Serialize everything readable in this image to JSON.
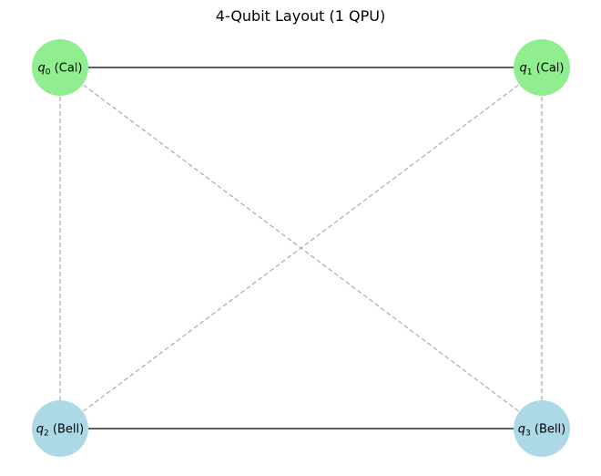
{
  "title": "4-Qubit Layout (1 QPU)",
  "colors": {
    "cal_fill": "#90ee90",
    "bell_fill": "#add8e6",
    "solid_edge": "#000000",
    "dashed_edge": "#aaaaaa"
  },
  "nodes": [
    {
      "id": "q0",
      "symbol": "q",
      "index": "0",
      "role": "(Cal)",
      "group": "cal"
    },
    {
      "id": "q1",
      "symbol": "q",
      "index": "1",
      "role": "(Cal)",
      "group": "cal"
    },
    {
      "id": "q2",
      "symbol": "q",
      "index": "2",
      "role": "(Bell)",
      "group": "bell"
    },
    {
      "id": "q3",
      "symbol": "q",
      "index": "3",
      "role": "(Bell)",
      "group": "bell"
    }
  ],
  "edges": [
    {
      "source": "q0",
      "target": "q1",
      "style": "solid"
    },
    {
      "source": "q2",
      "target": "q3",
      "style": "solid"
    },
    {
      "source": "q0",
      "target": "q2",
      "style": "dashed"
    },
    {
      "source": "q1",
      "target": "q3",
      "style": "dashed"
    },
    {
      "source": "q0",
      "target": "q3",
      "style": "dashed"
    },
    {
      "source": "q1",
      "target": "q2",
      "style": "dashed"
    }
  ]
}
